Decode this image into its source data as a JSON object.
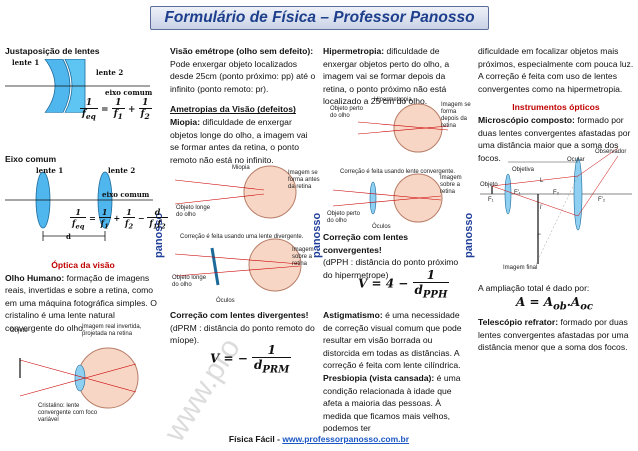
{
  "header": {
    "title": "Formulário de Física – Professor Panosso"
  },
  "col1": {
    "lens_juxtaposition_title": "Justaposição de lentes",
    "lens1_label": "lente 1",
    "lens2_label": "lente 2",
    "common_axis_label": "eixo comum",
    "formula_juxt": {
      "lhs_num": "1",
      "lhs_den": "f",
      "lhs_sub": "eq",
      "t1_num": "1",
      "t1_den": "f",
      "t1_sub": "1",
      "t2_num": "1",
      "t2_den": "f",
      "t2_sub": "2"
    },
    "common_axis_title": "Eixo comum",
    "lens1b_label": "lente 1",
    "lens2b_label": "lente 2",
    "common_axis_label_b": "eixo comum",
    "distance_label": "d",
    "formula_axis": {
      "lhs_num": "1",
      "lhs_den": "f",
      "lhs_sub": "eq",
      "t1_num": "1",
      "t1_den": "f",
      "t1_sub": "1",
      "t2_num": "1",
      "t2_den": "f",
      "t2_sub": "2",
      "t3_num": "d",
      "t3_den": "f",
      "t3_sub": "1",
      "t3_sub2": "f",
      "t3_sub3": "2"
    },
    "vision_optics_title": "Óptica da visão",
    "human_eye_bold": "Olho Humano:",
    "human_eye_text": " formação de imagens reais, invertidas e sobre a retina, como em uma máquina fotográfica simples. O cristalino é uma lente natural convergente do olho.",
    "fig_object": "Objeto",
    "fig_image_note": "Imagem real invertida, projetada na retina",
    "fig_crystalline": "Cristalino: lente convergente com foco variável"
  },
  "col2": {
    "emmetropic_bold": "Visão emétrope (olho sem defeito):",
    "emmetropic_text": " Pode enxergar objeto localizados desde 25cm (ponto próximo: pp) até o infinito (ponto remoto: pr).",
    "ametropias_title": "Ametropias da Visão (defeitos)",
    "myopia_bold": "Miopia:",
    "myopia_text": " dificuldade de enxergar objetos longe do olho, a imagem vai se formar antes da retina, o ponto remoto não está no infinito.",
    "fig_myopia_title": "Miopia",
    "fig_image_before": "Imagem se forma antes da retina",
    "fig_far_object": "Objeto longe do olho",
    "fig_correction": "Correção é feita usando uma lente divergente.",
    "fig_image_on": "Imagem sobre a retina",
    "fig_far_object2": "Objeto longe do olho",
    "fig_glasses": "Óculos",
    "correction_bold": "Correção com lentes divergentes!",
    "correction_text": "(dPRM : distância do ponto remoto do míope).",
    "formula_myopia": {
      "lhs": "V",
      "eq": "= −",
      "num": "1",
      "den": "d",
      "den_sub": "PRM"
    }
  },
  "col3": {
    "hyperopia_bold": "Hipermetropia:",
    "hyperopia_text": " dificuldade de enxergar objetos perto do olho, a imagem vai se formar depois da retina, o ponto próximo não está localizado a 25 cm do olho.",
    "fig_hyper_title": "Hipermetropia",
    "fig_near_object": "Objeto perto do olho",
    "fig_image_after": "Imagem se forma depois da retina",
    "fig_correction": "Correção é feita usando lente convergente.",
    "fig_image_on": "Imagem sobre a retina",
    "fig_near_object2": "Objeto perto do olho",
    "fig_glasses": "Óculos",
    "correction_bold": "Correção com lentes convergentes!",
    "correction_text": "(dPPH : distância do ponto próximo do hipermetrope)",
    "formula_hyper": {
      "lhs": "V",
      "eq": "= 4 −",
      "num": "1",
      "den": "d",
      "den_sub": "PPH"
    },
    "astigmatism_bold": "Astigmatismo:",
    "astigmatism_text": " é uma necessidade de correção visual comum que pode resultar em visão borrada ou distorcida em todas as distâncias. A correção é feita com lente cilíndrica.",
    "presbyopia_bold": "Presbiopia (vista cansada):",
    "presbyopia_text": " é uma condição relacionada à idade que afeta a maioria das pessoas. À medida que ficamos mais velhos, podemos ter"
  },
  "col4": {
    "presbyopia_cont": "dificuldade em focalizar objetos mais próximos, especialmente com pouca luz. A correção é feita com uso de lentes convergentes como na hipermetropia.",
    "instruments_title": "Instrumentos ópticos",
    "microscope_bold": "Microscópio composto:",
    "microscope_text": " formado por duas lentes convergentes afastadas por uma distância maior que a soma dos focos.",
    "fig_observer": "Observador",
    "fig_eyepiece": "Ocular",
    "fig_objective": "Objetiva",
    "fig_object": "Objeto",
    "fig_final_image": "Imagem final",
    "fig_L": "L",
    "fig_F1": "F₁",
    "fig_F1p": "F'₁",
    "fig_F2": "F₂",
    "fig_F2p": "F'₂",
    "fig_i1": "i'",
    "fig_i2": "i''",
    "total_magnification_text": "A ampliação total é dado por:",
    "formula_magnification": {
      "lhs": "A",
      "eq": "=",
      "t1": "A",
      "t1_sub": "ob",
      "t2": "A",
      "t2_sub": "oc"
    },
    "telescope_bold": "Telescópio refrator:",
    "telescope_text": " formado por duas lentes convergentes afastadas por uma distância menor que a soma dos focos."
  },
  "watermarks": {
    "side_left": "panosso",
    "side_mid": "panosso",
    "side_right": "panosso",
    "diagonal_url": "www.pro"
  },
  "footer": {
    "prefix": "Física Fácil - ",
    "link": "www.professorpanosso.com.br"
  }
}
